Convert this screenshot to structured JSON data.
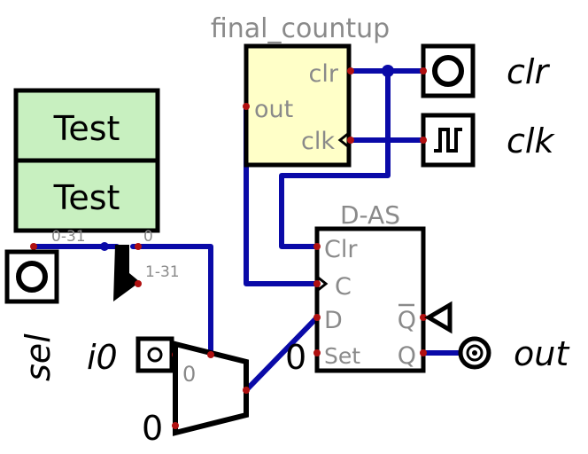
{
  "components": {
    "counter": {
      "name": "final_countup",
      "pins": {
        "clr": "clr",
        "out": "out",
        "clk": "clk"
      }
    },
    "flipflop": {
      "name": "D-AS",
      "pins": {
        "clr": "Clr",
        "c": "C",
        "d": "D",
        "set": "Set",
        "qbar": "Q",
        "q": "Q"
      }
    },
    "test_display": {
      "rows": [
        "Test",
        "Test"
      ]
    },
    "splitter": {
      "in_label": "0-31",
      "out0_label": "0",
      "out1_label": "1-31"
    },
    "mux": {
      "sel_label": "0"
    },
    "constants": {
      "mux_in1": "0",
      "ff_set": "0"
    }
  },
  "io": {
    "clr": {
      "label": "clr",
      "icon": "circle-input-icon"
    },
    "clk": {
      "label": "clk",
      "icon": "clock-square-wave-icon"
    },
    "sel": {
      "label": "sel",
      "icon": "circle-input-icon"
    },
    "i0": {
      "label": "i0",
      "icon": "small-circle-input-icon"
    },
    "out": {
      "label": "out",
      "icon": "output-led-icon"
    }
  },
  "colors": {
    "wire": "#0a0aa8",
    "pin": "#b01010",
    "component_fill": "#ffffc8",
    "test_fill": "#c8f0c0",
    "label_gray": "#8a8a8a"
  }
}
